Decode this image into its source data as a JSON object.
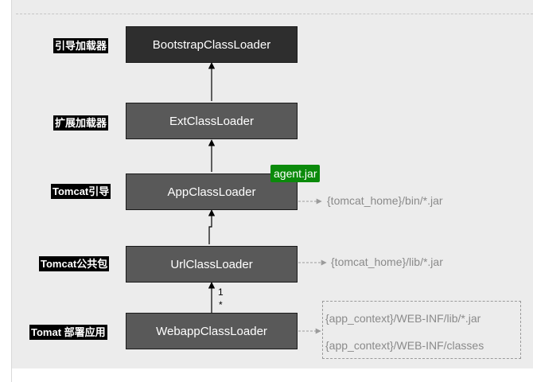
{
  "diagram": {
    "loaders": [
      {
        "id": "bootstrap",
        "label": "BootstrapClassLoader",
        "tag": "引导加载器"
      },
      {
        "id": "ext",
        "label": "ExtClassLoader",
        "tag": "扩展加载器"
      },
      {
        "id": "app",
        "label": "AppClassLoader",
        "tag": "Tomcat引导",
        "badge": "agent.jar",
        "path": "{tomcat_home}/bin/*.jar"
      },
      {
        "id": "url",
        "label": "UrlClassLoader",
        "tag": "Tomcat公共包",
        "path": "{tomcat_home}/lib/*.jar"
      },
      {
        "id": "webapp",
        "label": "WebappClassLoader",
        "tag": "Tomat 部署应用",
        "paths": [
          "{app_context}/WEB-INF/lib/*.jar",
          "{app_context}/WEB-INF/classes"
        ]
      }
    ],
    "multiplicity": {
      "parent": "1",
      "child": "*"
    }
  },
  "colors": {
    "box_fill": "#595959",
    "box_fill_root": "#2e2e2e",
    "badge": "#0b8a0b",
    "tag_bg": "#000000",
    "path_text": "#8a8a8a"
  }
}
